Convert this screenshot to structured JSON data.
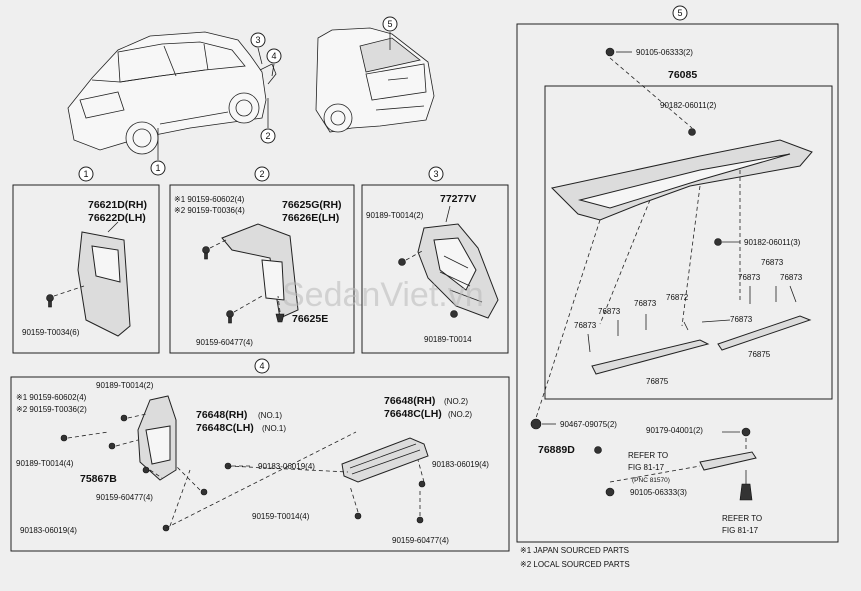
{
  "watermark": "SedanViet.vn",
  "callouts": {
    "c1": "1",
    "c2": "2",
    "c3": "3",
    "c4": "4",
    "c5": "5"
  },
  "panel1": {
    "p1": "76621D(RH)",
    "p2": "76622D(LH)",
    "p3": "90159-T0034(6)"
  },
  "panel2": {
    "n1": "※1 90159-60602(4)",
    "n2": "※2 90159-T0036(4)",
    "p1": "76625G(RH)",
    "p2": "76626E(LH)",
    "p3": "76625E",
    "p4": "90159-60477(4)"
  },
  "panel3": {
    "p1": "77277V",
    "p2": "90189-T0014(2)",
    "p3": "90189-T0014"
  },
  "panel4": {
    "p1": "90189-T0014(2)",
    "p2": "※1 90159-60602(4)",
    "p3": "※2 90159-T0036(2)",
    "p4": "90189-T0014(4)",
    "p5": "75867B",
    "p6": "90159-60477(4)",
    "p7": "90183-06019(4)",
    "p8": "76648(RH)",
    "p8n": "(NO.1)",
    "p9": "76648C(LH)",
    "p9n": "(NO.1)",
    "p10": "90183-06019(4)",
    "p11": "76648(RH)",
    "p11n": "(NO.2)",
    "p12": "76648C(LH)",
    "p12n": "(NO.2)",
    "p13": "90183-06019(4)",
    "p14": "90159-T0014(4)",
    "p15": "90159-60477(4)"
  },
  "panel5": {
    "p1": "90105-06333(2)",
    "p2": "76085",
    "p3": "90182-06011(2)",
    "p4": "90182-06011(3)",
    "p5": "76873",
    "p6": "76873",
    "p7": "76873",
    "p8": "76873",
    "p9": "76873",
    "p10": "76872",
    "p11": "76873",
    "p12": "76873",
    "p13": "76875",
    "p14": "76875",
    "p15": "90467-09075(2)",
    "p16": "76889D",
    "p17": "90179-04001(2)",
    "r1a": "REFER TO",
    "r1b": "FIG 81-17",
    "r1c": "(PNC 81570)",
    "p18": "90105-06333(3)",
    "r2a": "REFER TO",
    "r2b": "FIG 81-17"
  },
  "notes": {
    "n1": "※1  JAPAN SOURCED PARTS",
    "n2": "※2  LOCAL SOURCED PARTS"
  }
}
